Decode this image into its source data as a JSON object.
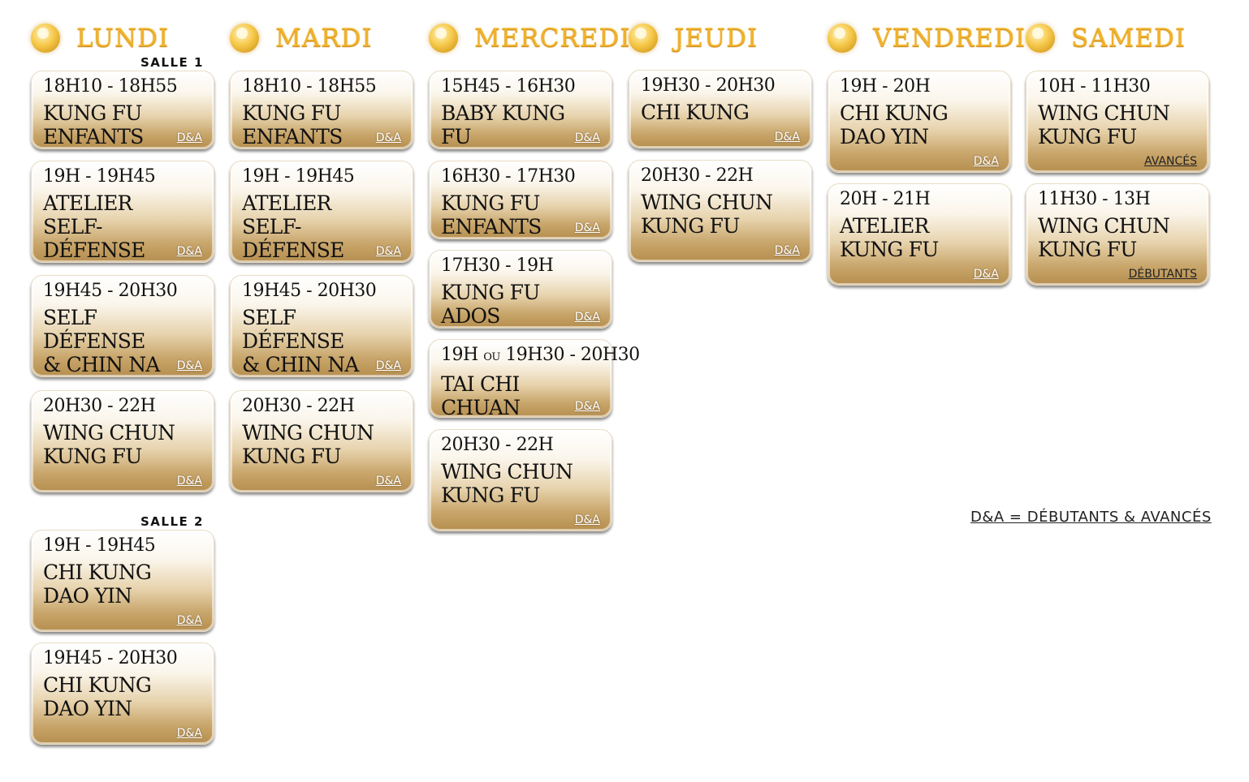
{
  "days": [
    {
      "name": "LUNDI",
      "salle1": "SALLE 1",
      "cards": [
        {
          "time": "18H10 - 18H55",
          "name": "KUNG FU ENFANTS",
          "tag": "D&A"
        },
        {
          "time": "19H - 19H45",
          "name": "ATELIER\nSELF-DÉFENSE",
          "tag": "D&A"
        },
        {
          "time": "19H45 - 20H30",
          "name": "SELF DÉFENSE\n& CHIN NA",
          "tag": "D&A"
        },
        {
          "time": "20H30 - 22H",
          "name": "WING CHUN\nKUNG FU",
          "tag": "D&A"
        }
      ],
      "salle2": "SALLE 2",
      "cards2": [
        {
          "time": "19H - 19H45",
          "name": "CHI KUNG\nDAO YIN",
          "tag": "D&A"
        },
        {
          "time": "19H45 - 20H30",
          "name": "CHI KUNG\nDAO YIN",
          "tag": "D&A"
        }
      ]
    },
    {
      "name": "MARDI",
      "cards": [
        {
          "time": "18H10 - 18H55",
          "name": "KUNG FU ENFANTS",
          "tag": "D&A"
        },
        {
          "time": "19H - 19H45",
          "name": "ATELIER\nSELF-DÉFENSE",
          "tag": "D&A"
        },
        {
          "time": "19H45 - 20H30",
          "name": "SELF DÉFENSE\n& CHIN NA",
          "tag": "D&A"
        },
        {
          "time": "20H30 - 22H",
          "name": "WING CHUN\nKUNG FU",
          "tag": "D&A"
        }
      ]
    },
    {
      "name": "MERCREDI",
      "cards": [
        {
          "time": "15H45 - 16H30",
          "name": "BABY KUNG FU",
          "tag": "D&A"
        },
        {
          "time": "16H30 - 17H30",
          "name": "KUNG FU ENFANTS",
          "tag": "D&A"
        },
        {
          "time": "17H30 - 19H",
          "name": "KUNG FU ADOS",
          "tag": "D&A"
        },
        {
          "time_a": "19H",
          "time_ou": "OU",
          "time_b": "19H30 - 20H30",
          "name": "TAI CHI CHUAN",
          "tag": "D&A"
        },
        {
          "time": "20H30 - 22H",
          "name": "WING CHUN\nKUNG FU",
          "tag": "D&A"
        }
      ]
    },
    {
      "name": "JEUDI",
      "cards": [
        {
          "time": "19H30 - 20H30",
          "name": "CHI KUNG",
          "tag": "D&A"
        },
        {
          "time": "20H30 - 22H",
          "name": "WING CHUN\nKUNG FU",
          "tag": "D&A"
        }
      ]
    },
    {
      "name": "VENDREDI",
      "cards": [
        {
          "time": "19H - 20H",
          "name": "CHI KUNG\nDAO YIN",
          "tag": "D&A"
        },
        {
          "time": "20H - 21H",
          "name": "ATELIER\nKUNG FU",
          "tag": "D&A"
        }
      ]
    },
    {
      "name": "SAMEDI",
      "cards": [
        {
          "time": "10H - 11H30",
          "name": "WING CHUN\nKUNG FU",
          "tag": "AVANCÉS"
        },
        {
          "time": "11H30 - 13H",
          "name": "WING CHUN\nKUNG FU",
          "tag": "DÉBUTANTS"
        }
      ]
    }
  ],
  "legend": "D&A = DÉBUTANTS & AVANCÉS",
  "icons": {
    "day": "yin-yang-icon"
  },
  "colors": {
    "day_title": "#f0b12a",
    "card_dark": "#b68f4f",
    "card_light": "#ffffff"
  }
}
